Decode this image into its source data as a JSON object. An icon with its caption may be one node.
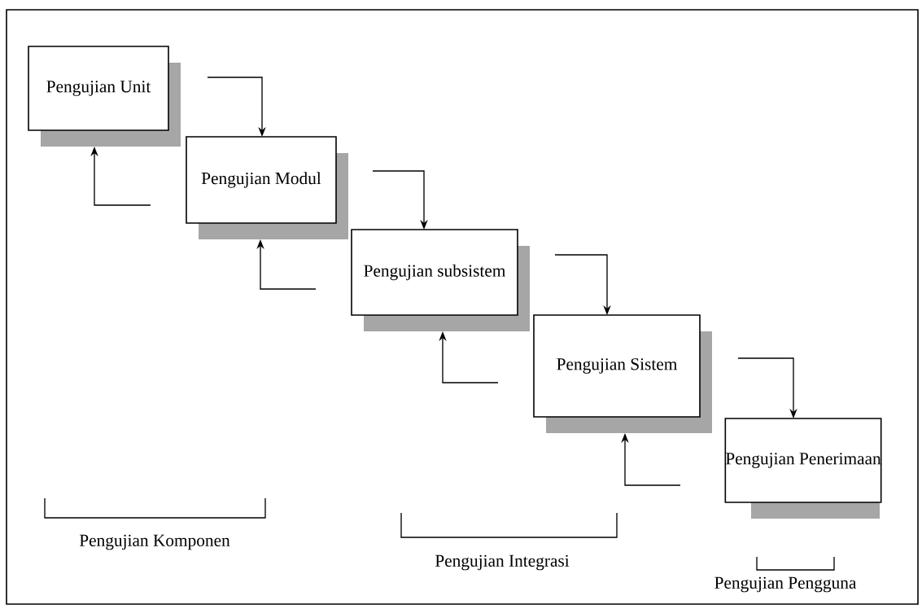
{
  "diagram": {
    "nodes": [
      {
        "text": [
          "Pengujian Unit"
        ]
      },
      {
        "text": [
          "Pengujian Modul"
        ]
      },
      {
        "text": [
          "Pengujian subsistem"
        ]
      },
      {
        "text": [
          "Pengujian Sistem"
        ]
      },
      {
        "text": [
          "Pengujian Penerimaan"
        ]
      }
    ],
    "edges": [
      {
        "from": 0,
        "to": 1,
        "arrow": "to"
      },
      {
        "from": 1,
        "to": 0,
        "arrow": "to"
      },
      {
        "from": 1,
        "to": 2,
        "arrow": "to"
      },
      {
        "from": 2,
        "to": 1,
        "arrow": "to"
      },
      {
        "from": 2,
        "to": 3,
        "arrow": "to"
      },
      {
        "from": 3,
        "to": 2,
        "arrow": "to"
      },
      {
        "from": 3,
        "to": 4,
        "arrow": "to"
      },
      {
        "from": 4,
        "to": 3,
        "arrow": "to"
      }
    ],
    "labels": [
      "Pengujian Komponen",
      "Pengujian Integrasi",
      "Pengujian Pengguna"
    ]
  }
}
